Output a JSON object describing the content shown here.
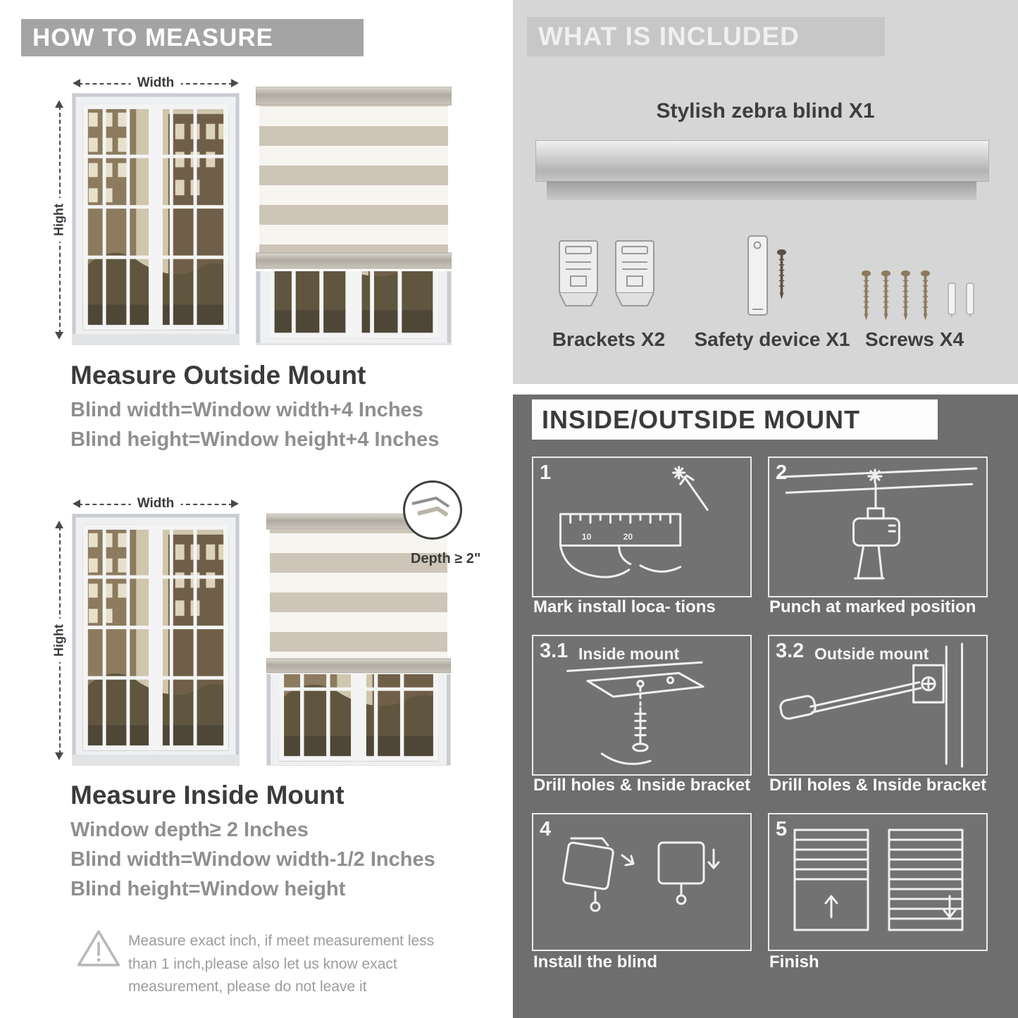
{
  "colors": {
    "header_gray": "#a4a4a4",
    "panel_light": "#d6d6d6",
    "panel_dark": "#6e6e6e",
    "text_dark": "#3b3b3b",
    "text_gray": "#8f8f8f"
  },
  "how_to_measure": {
    "header": "HOW TO MEASURE",
    "outside": {
      "width_label": "Width",
      "height_label": "Hight",
      "title": "Measure Outside Mount",
      "lines": [
        "Blind width=Window width+4 Inches",
        "Blind height=Window height+4 Inches"
      ]
    },
    "inside": {
      "width_label": "Width",
      "height_label": "Hight",
      "depth_label": "Depth ≥ 2\"",
      "title": "Measure Inside Mount",
      "lines": [
        "Window depth≥ 2 Inches",
        "Blind width=Window width-1/2 Inches",
        "Blind height=Window height"
      ]
    },
    "note": "Measure exact inch, if meet measurement less than 1 inch,please also let us know exact measurement, please do not leave it"
  },
  "included": {
    "header": "WHAT IS INCLUDED",
    "blind_label": "Stylish zebra blind X1",
    "items": [
      {
        "name": "brackets",
        "label": "Brackets X2"
      },
      {
        "name": "safety-device",
        "label": "Safety device X1"
      },
      {
        "name": "screws",
        "label": "Screws X4"
      }
    ]
  },
  "mount_guide": {
    "header": "INSIDE/OUTSIDE MOUNT",
    "steps": [
      {
        "num": "1",
        "caption": "Mark install loca- tions",
        "ruler_marks": [
          "10",
          "20"
        ]
      },
      {
        "num": "2",
        "caption": "Punch at  marked position"
      },
      {
        "num": "3.1",
        "label": "Inside mount",
        "caption": "Drill holes &  Inside bracket"
      },
      {
        "num": "3.2",
        "label": "Outside mount",
        "caption": "Drill holes &  Inside bracket"
      },
      {
        "num": "4",
        "caption": "Install the blind"
      },
      {
        "num": "5",
        "caption": "Finish"
      }
    ]
  }
}
